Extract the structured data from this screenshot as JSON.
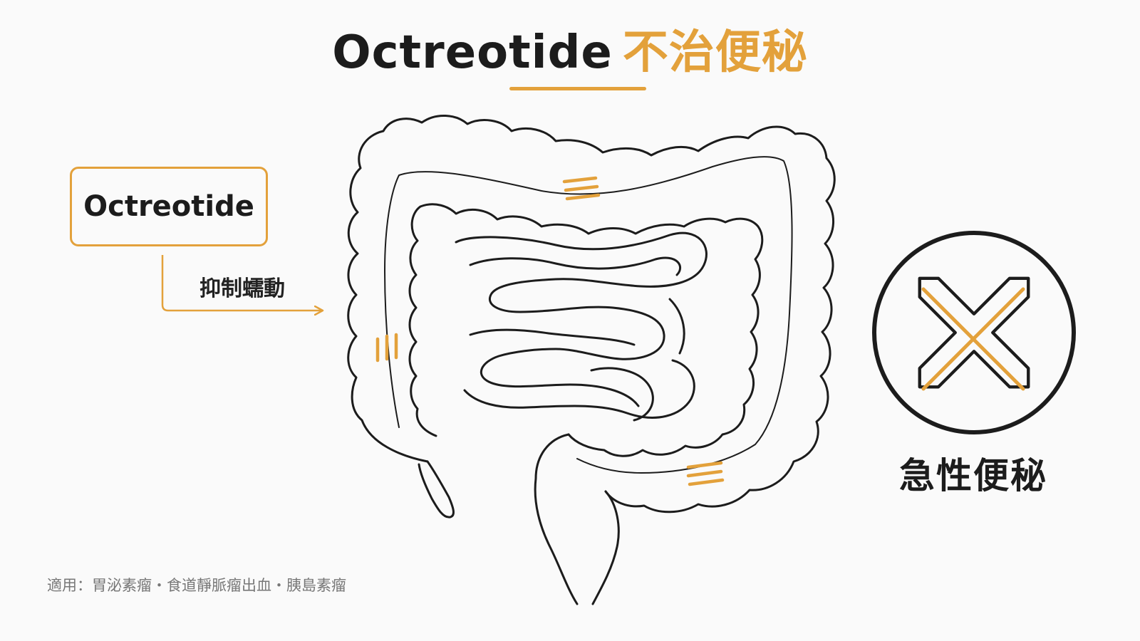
{
  "title": {
    "main": "Octreotide",
    "accent": "不治便秘"
  },
  "drug_box": {
    "label": "Octreotide"
  },
  "mechanism": {
    "label": "抑制蠕動"
  },
  "result": {
    "label": "急性便秘",
    "icon": "x-mark-icon"
  },
  "footnote": {
    "text": "適用：胃泌素瘤・食道靜脈瘤出血・胰島素瘤"
  },
  "colors": {
    "accent": "#e3a13b",
    "ink": "#1c1c1c",
    "muted": "#777777",
    "background": "#fafafa"
  }
}
